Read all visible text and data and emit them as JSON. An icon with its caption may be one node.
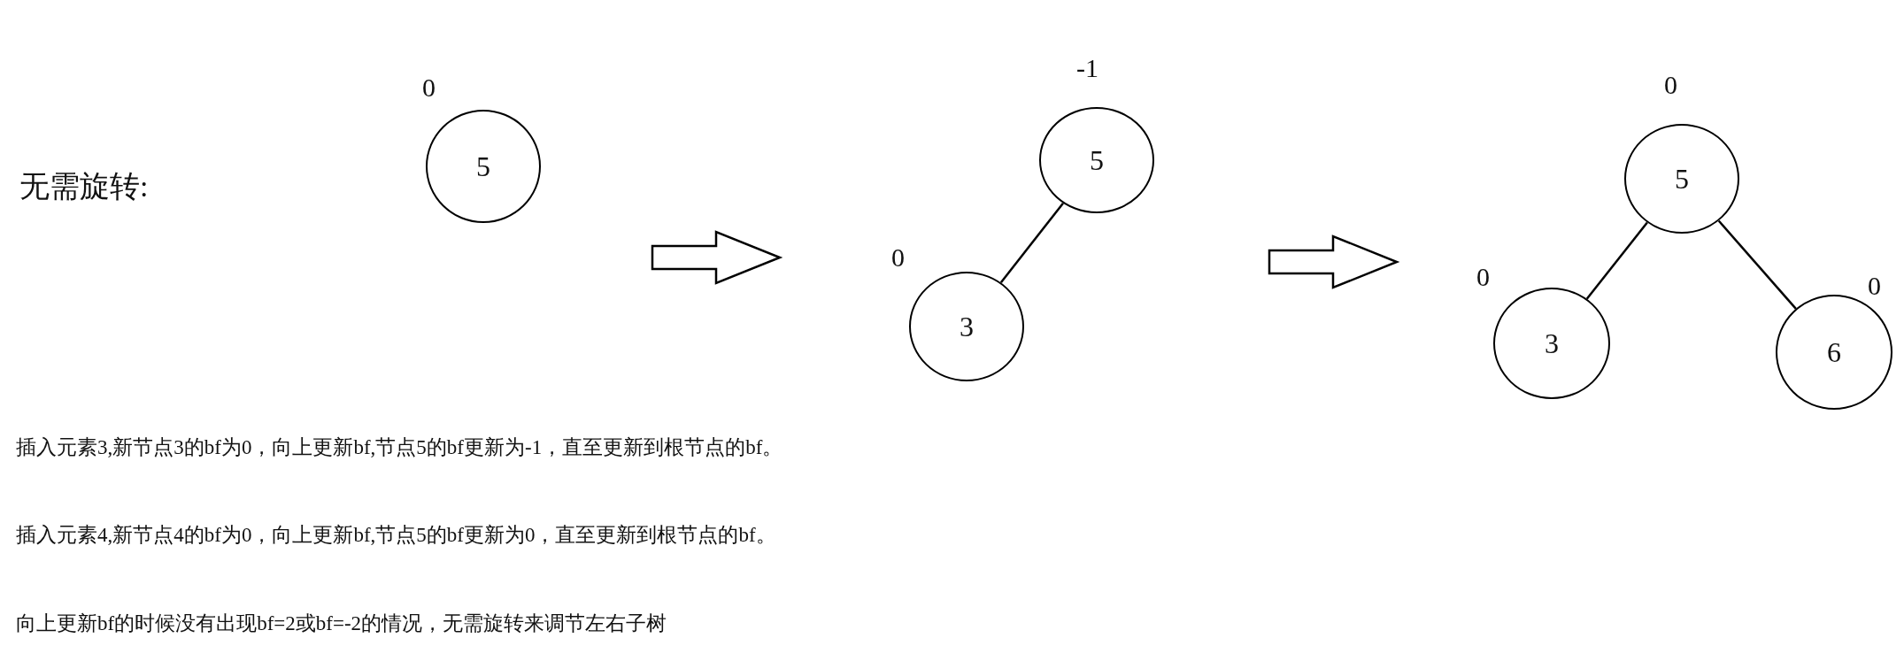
{
  "diagram": {
    "nodes": [
      {
        "text": [
          "5"
        ],
        "beside": [
          "0"
        ]
      },
      {
        "text": [
          "5"
        ],
        "beside": [
          "-1"
        ]
      },
      {
        "text": [
          "3"
        ],
        "beside": [
          "0"
        ]
      },
      {
        "text": [
          "5"
        ],
        "beside": [
          "0"
        ]
      },
      {
        "text": [
          "3"
        ],
        "beside": [
          "0"
        ]
      },
      {
        "text": [
          "6"
        ],
        "beside": [
          "0"
        ]
      }
    ],
    "edges": [
      {
        "from": 1,
        "to": 2,
        "arrow": "none"
      },
      {
        "from": 3,
        "to": 4,
        "arrow": "none"
      },
      {
        "from": 3,
        "to": 5,
        "arrow": "none"
      }
    ],
    "labels": [
      "无需旋转:",
      "插入元素3,新节点3的bf为0，向上更新bf,节点5的bf更新为-1，直至更新到根节点的bf。",
      "插入元素4,新节点4的bf为0，向上更新bf,节点5的bf更新为0，直至更新到根节点的bf。",
      "向上更新bf的时候没有出现bf=2或bf=-2的情况，无需旋转来调节左右子树"
    ]
  }
}
